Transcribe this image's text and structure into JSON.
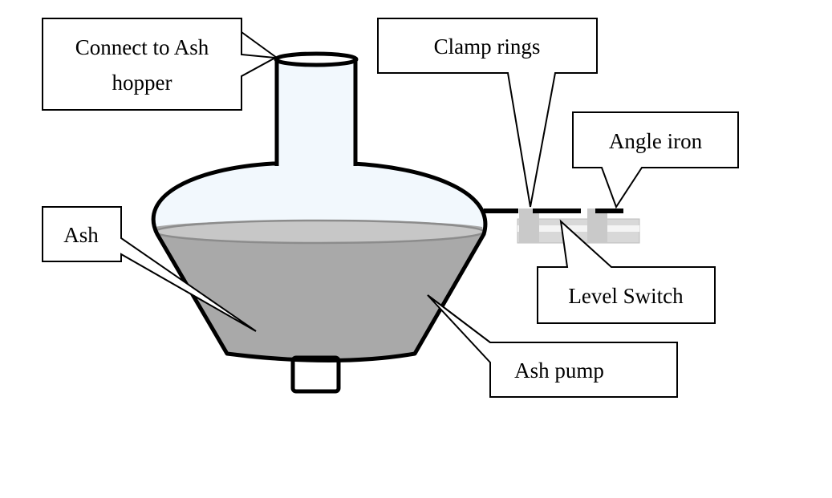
{
  "labels": {
    "connect_line1": "Connect to Ash",
    "connect_line2": "hopper",
    "clamp_rings": "Clamp rings",
    "angle_iron": "Angle iron",
    "ash": "Ash",
    "level_switch": "Level Switch",
    "ash_pump": "Ash pump"
  },
  "colors": {
    "ash_fill": "#a9a9a9",
    "ash_surface": "#c7c7c7",
    "vessel_glass": "#f2f8fd",
    "outline": "#000000",
    "switch_pipe": "#d8d8d8"
  }
}
